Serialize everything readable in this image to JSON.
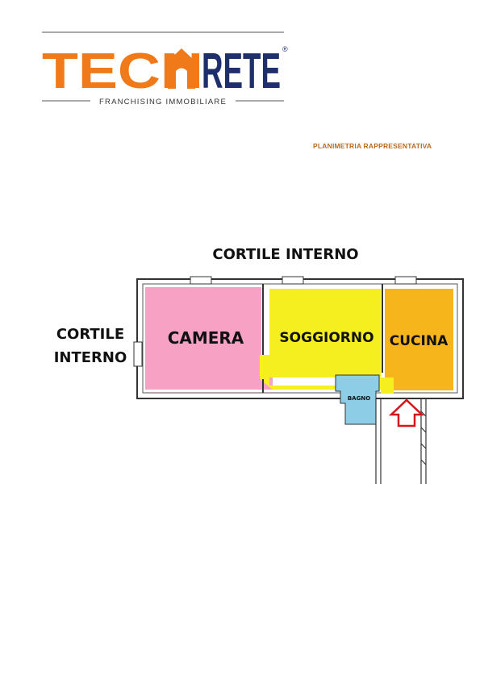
{
  "logo": {
    "text_part1": "TECN",
    "text_part2": "RETE",
    "registered_mark": "®",
    "tagline": "FRANCHISING IMMOBILIARE",
    "colors": {
      "orange": "#f07a1a",
      "navy": "#1f2f6b"
    }
  },
  "header": {
    "label": "PLANIMETRIA RAPPRESENTATIVA"
  },
  "plan": {
    "courtyard_top": "CORTILE INTERNO",
    "courtyard_left_line1": "CORTILE",
    "courtyard_left_line2": "INTERNO",
    "rooms": [
      {
        "name": "CAMERA",
        "color": "#f7a1c4"
      },
      {
        "name": "SOGGIORNO",
        "color": "#f5ef1f"
      },
      {
        "name": "CUCINA",
        "color": "#f6b51a"
      },
      {
        "name": "BAGNO",
        "color": "#8ecde6"
      }
    ],
    "entrance_icon": "arrow-up-icon",
    "entrance_color": "#d7141a"
  }
}
